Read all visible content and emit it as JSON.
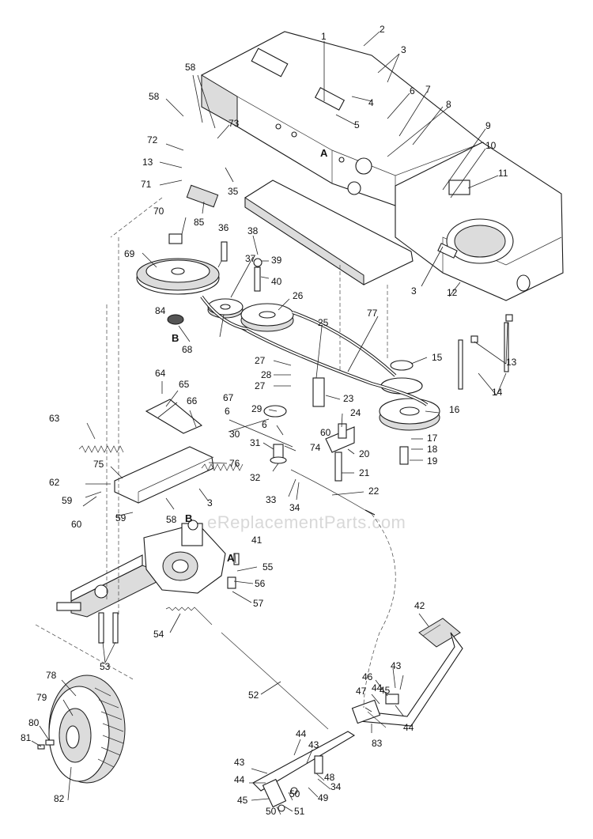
{
  "watermark": "eReplacementParts.com",
  "reference_letters": [
    "A",
    "B",
    "A",
    "B"
  ],
  "callouts": [
    "1",
    "2",
    "3",
    "4",
    "5",
    "6",
    "7",
    "8",
    "9",
    "10",
    "11",
    "3",
    "12",
    "13",
    "14",
    "15",
    "16",
    "17",
    "18",
    "19",
    "20",
    "21",
    "22",
    "23",
    "24",
    "25",
    "26",
    "27",
    "28",
    "27",
    "29",
    "6",
    "60",
    "30",
    "31",
    "32",
    "33",
    "34",
    "35",
    "36",
    "37",
    "38",
    "39",
    "40",
    "41",
    "42",
    "43",
    "44",
    "44",
    "45",
    "46",
    "47",
    "43",
    "44",
    "43",
    "44",
    "45",
    "48",
    "34",
    "50",
    "49",
    "50",
    "51",
    "52",
    "53",
    "54",
    "55",
    "56",
    "57",
    "58",
    "59",
    "60",
    "59",
    "58",
    "62",
    "63",
    "64",
    "65",
    "66",
    "67",
    "6",
    "3",
    "64",
    "69",
    "68",
    "70",
    "71",
    "72",
    "13",
    "73",
    "58",
    "74",
    "75",
    "76",
    "77",
    "78",
    "79",
    "80",
    "81",
    "82",
    "83",
    "84",
    "85"
  ]
}
